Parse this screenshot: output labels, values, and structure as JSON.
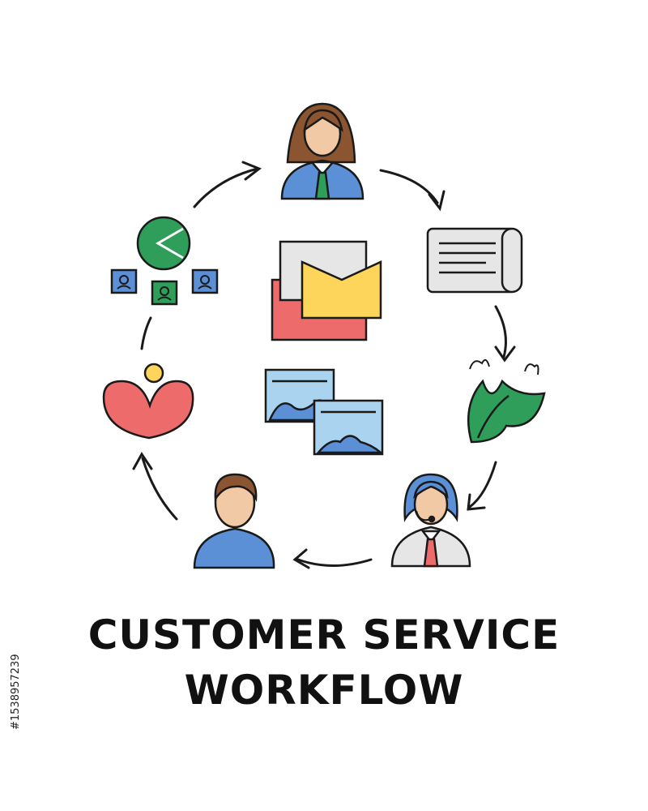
{
  "title": {
    "line1": "CUSTOMER SERVICE",
    "line2": "WORKFLOW"
  },
  "stock_id": "#1538957239",
  "colors": {
    "outline": "#1a1a1a",
    "blue": "#5b8fd6",
    "light_blue": "#a9d3ee",
    "green": "#2e9e5a",
    "red": "#ee6b6b",
    "yellow": "#fcd55a",
    "gray": "#e6e6e6",
    "skin": "#f2c9a5",
    "hair": "#8a5530"
  },
  "icons": [
    "woman-avatar-icon",
    "document-scroll-icon",
    "leaf-plant-icon",
    "support-agent-icon",
    "man-avatar-icon",
    "heart-person-icon",
    "pie-chart-network-icon",
    "envelope-icon",
    "image-gallery-icon",
    "cycle-arrow-icon"
  ]
}
